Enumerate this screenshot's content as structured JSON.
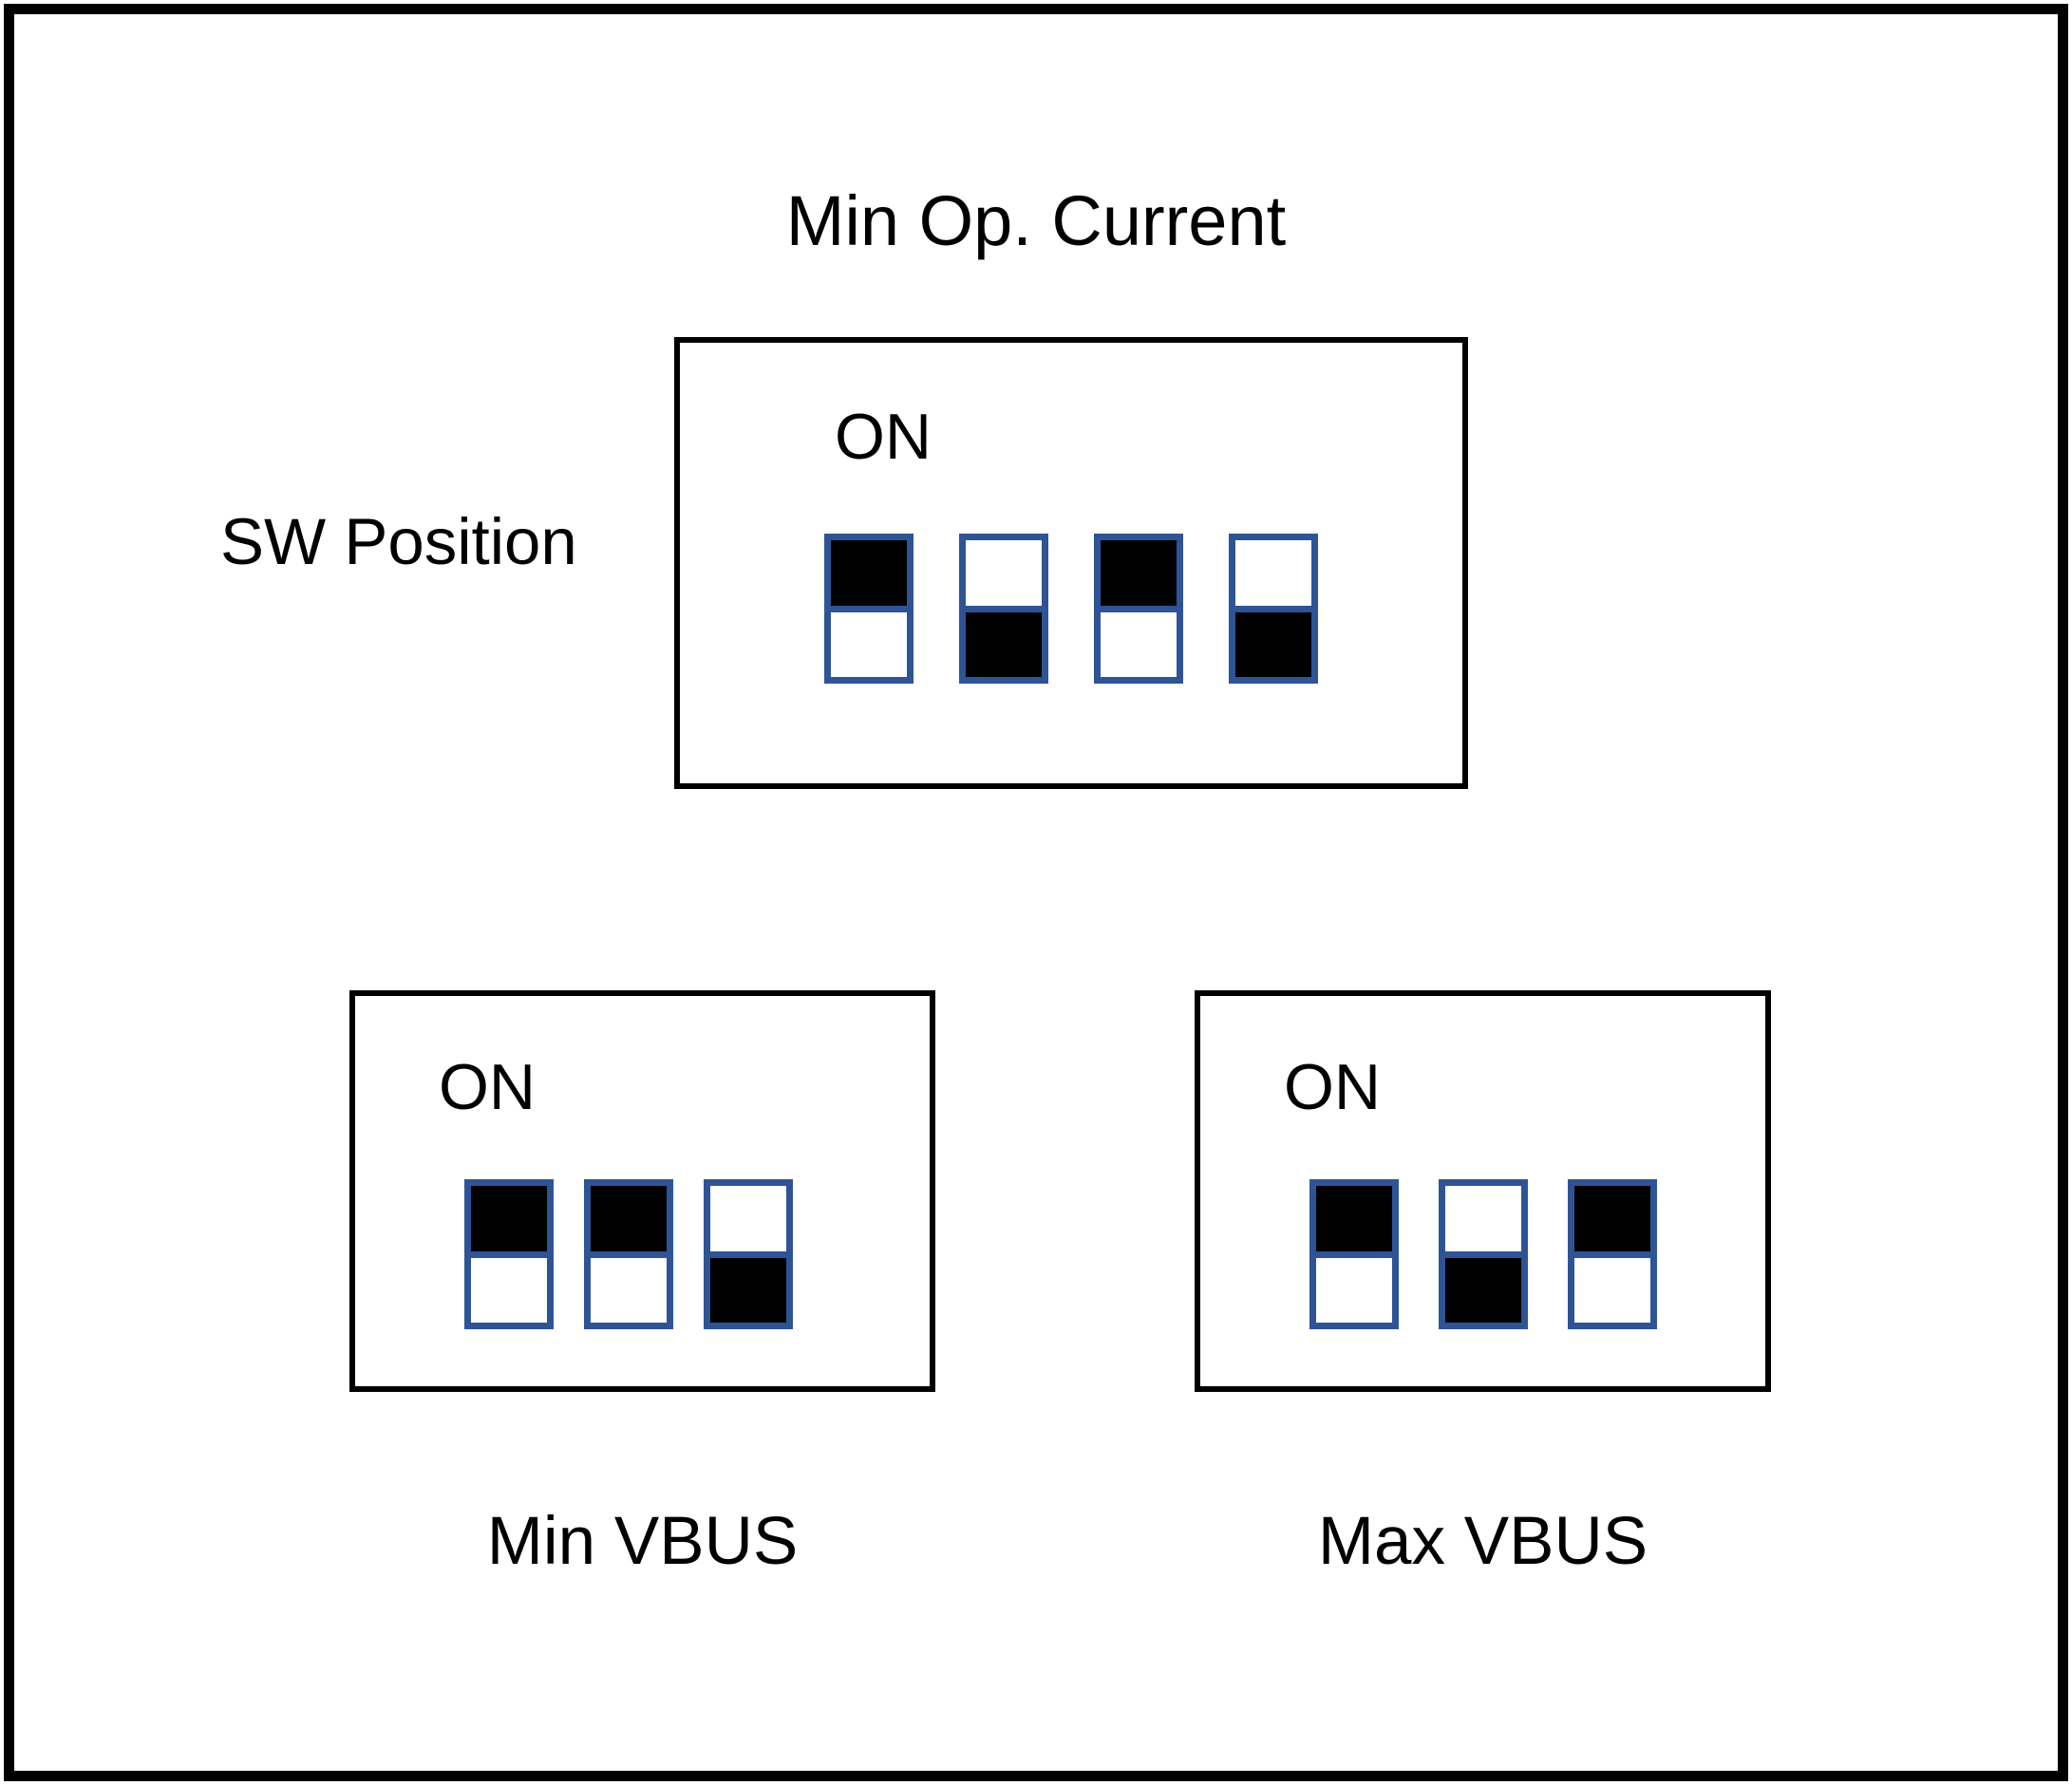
{
  "figure": {
    "title": "Min Op. Current",
    "row_label": "SW Position",
    "on_label": "ON"
  },
  "blocks": [
    {
      "id": "min-op-current",
      "name": "Min Op. Current",
      "on_label": "ON",
      "caption": "",
      "switch_count": 4,
      "switches": [
        {
          "index": 1,
          "position": "ON"
        },
        {
          "index": 2,
          "position": "OFF"
        },
        {
          "index": 3,
          "position": "ON"
        },
        {
          "index": 4,
          "position": "OFF"
        }
      ]
    },
    {
      "id": "min-vbus",
      "name": "Min VBUS",
      "on_label": "ON",
      "caption": "Min VBUS",
      "switch_count": 3,
      "switches": [
        {
          "index": 1,
          "position": "ON"
        },
        {
          "index": 2,
          "position": "ON"
        },
        {
          "index": 3,
          "position": "OFF"
        }
      ]
    },
    {
      "id": "max-vbus",
      "name": "Max VBUS",
      "on_label": "ON",
      "caption": "Max VBUS",
      "switch_count": 3,
      "switches": [
        {
          "index": 1,
          "position": "ON"
        },
        {
          "index": 2,
          "position": "OFF"
        },
        {
          "index": 3,
          "position": "ON"
        }
      ]
    }
  ],
  "colors": {
    "switch_border": "#2F5496",
    "switch_fill": "#000000",
    "block_border": "#000000",
    "frame": "#000000",
    "background": "#FFFFFF",
    "text": "#000000"
  }
}
